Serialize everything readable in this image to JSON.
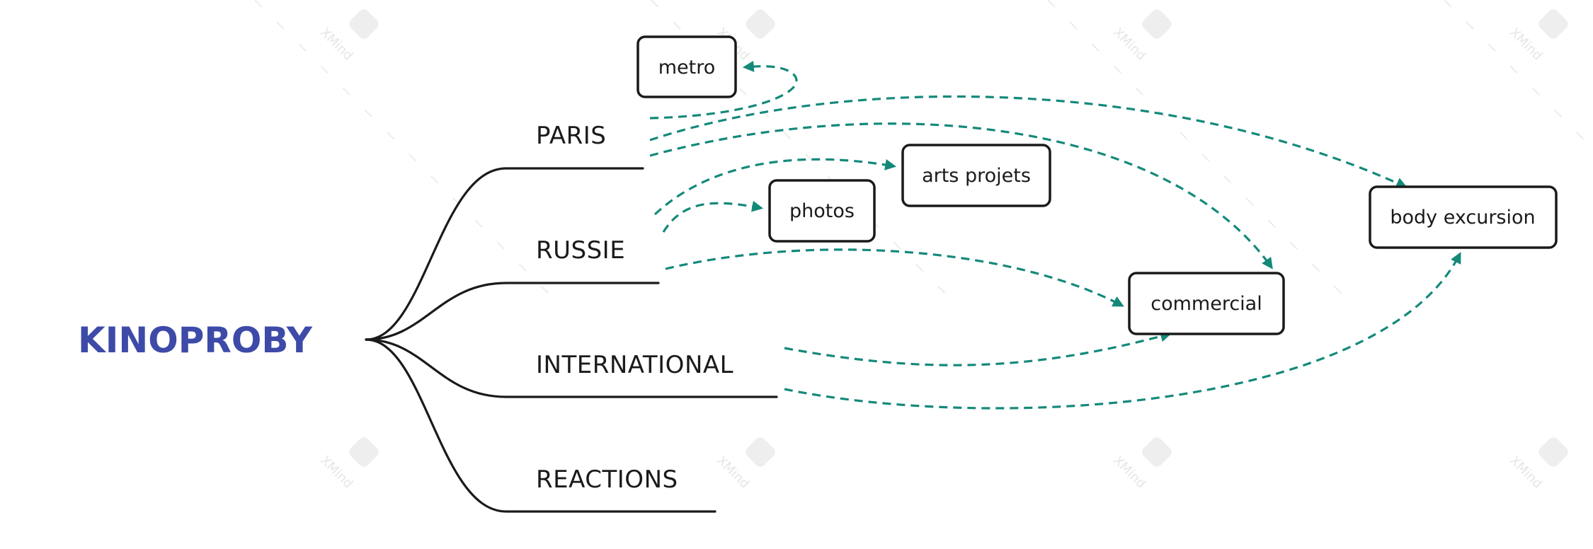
{
  "central_topic": "KINOPROBY",
  "branches": [
    "PARIS",
    "RUSSIE",
    "INTERNATIONAL",
    "REACTIONS"
  ],
  "floating_topics": [
    "metro",
    "arts projets",
    "photos",
    "commercial",
    "body excursion"
  ],
  "watermark": "XMind",
  "colors": {
    "central": "#3d4aa8",
    "relationship": "#14897a",
    "text": "#1a1a1a"
  }
}
